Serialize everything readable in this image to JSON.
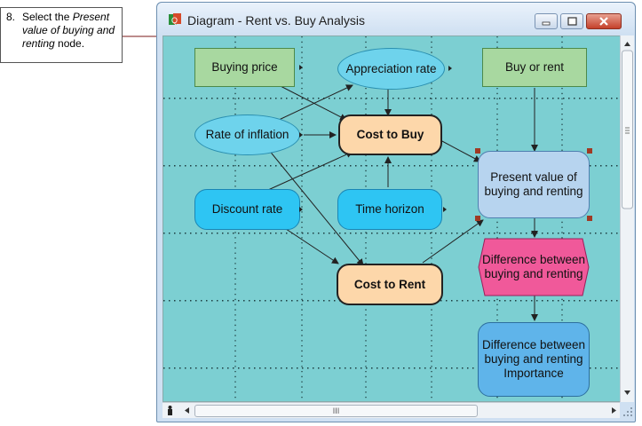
{
  "callout": {
    "step": "8.",
    "text_before": "Select the ",
    "text_italic": "Present value of buying and renting",
    "text_after": " node."
  },
  "window": {
    "title": "Diagram - Rent vs. Buy Analysis",
    "hscroll_grip": "III"
  },
  "nodes": {
    "buying_price": "Buying price",
    "appreciation_rate": "Appreciation rate",
    "buy_or_rent": "Buy or rent",
    "rate_of_inflation": "Rate of inflation",
    "cost_to_buy": "Cost to Buy",
    "present_value": "Present value of buying and renting",
    "discount_rate": "Discount rate",
    "time_horizon": "Time horizon",
    "difference": "Difference between buying and renting",
    "cost_to_rent": "Cost to Rent",
    "difference_importance": "Difference between buying and renting Importance"
  },
  "colors": {
    "canvas": "#7ccfd2",
    "variable_rect": "#a8d8a0",
    "chance_oval": "#6ed3ec",
    "index_node": "#2ec5f3",
    "objective_node": "#fdd7aa",
    "selected_node": "#b7d4ef",
    "difference_hex": "#f0599a",
    "selection_handle": "#a03a24"
  }
}
